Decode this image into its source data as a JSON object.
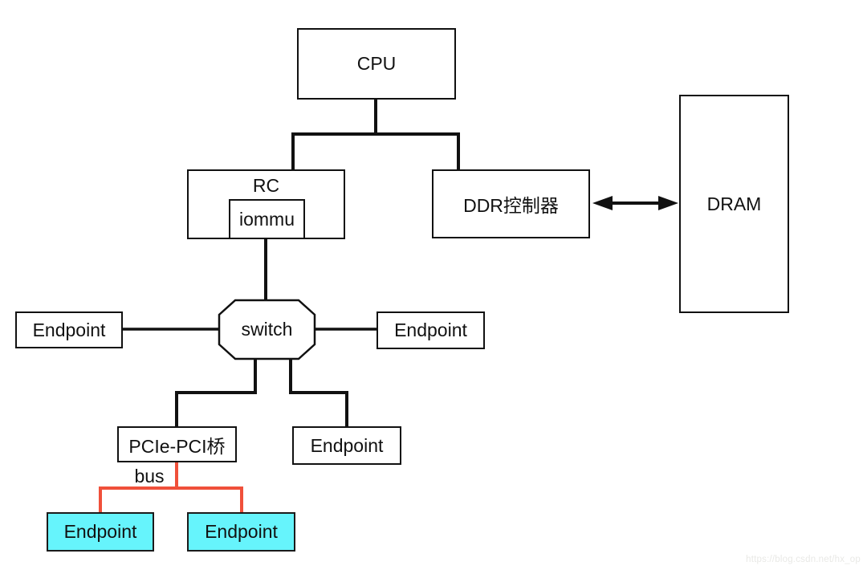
{
  "diagram": {
    "nodes": {
      "cpu": "CPU",
      "rc": "RC",
      "iommu": "iommu",
      "ddr_controller": "DDR控制器",
      "dram": "DRAM",
      "switch": "switch",
      "endpoint_left": "Endpoint",
      "endpoint_right": "Endpoint",
      "pcie_pci_bridge": "PCIe-PCI桥",
      "endpoint_mid": "Endpoint",
      "endpoint_bus_left": "Endpoint",
      "endpoint_bus_right": "Endpoint"
    },
    "labels": {
      "bus": "bus"
    },
    "colors": {
      "line": "#111111",
      "bus_line": "#f0503a",
      "endpoint_highlight": "#66f4fc"
    },
    "watermark": "https://blog.csdn.net/hx_op"
  }
}
